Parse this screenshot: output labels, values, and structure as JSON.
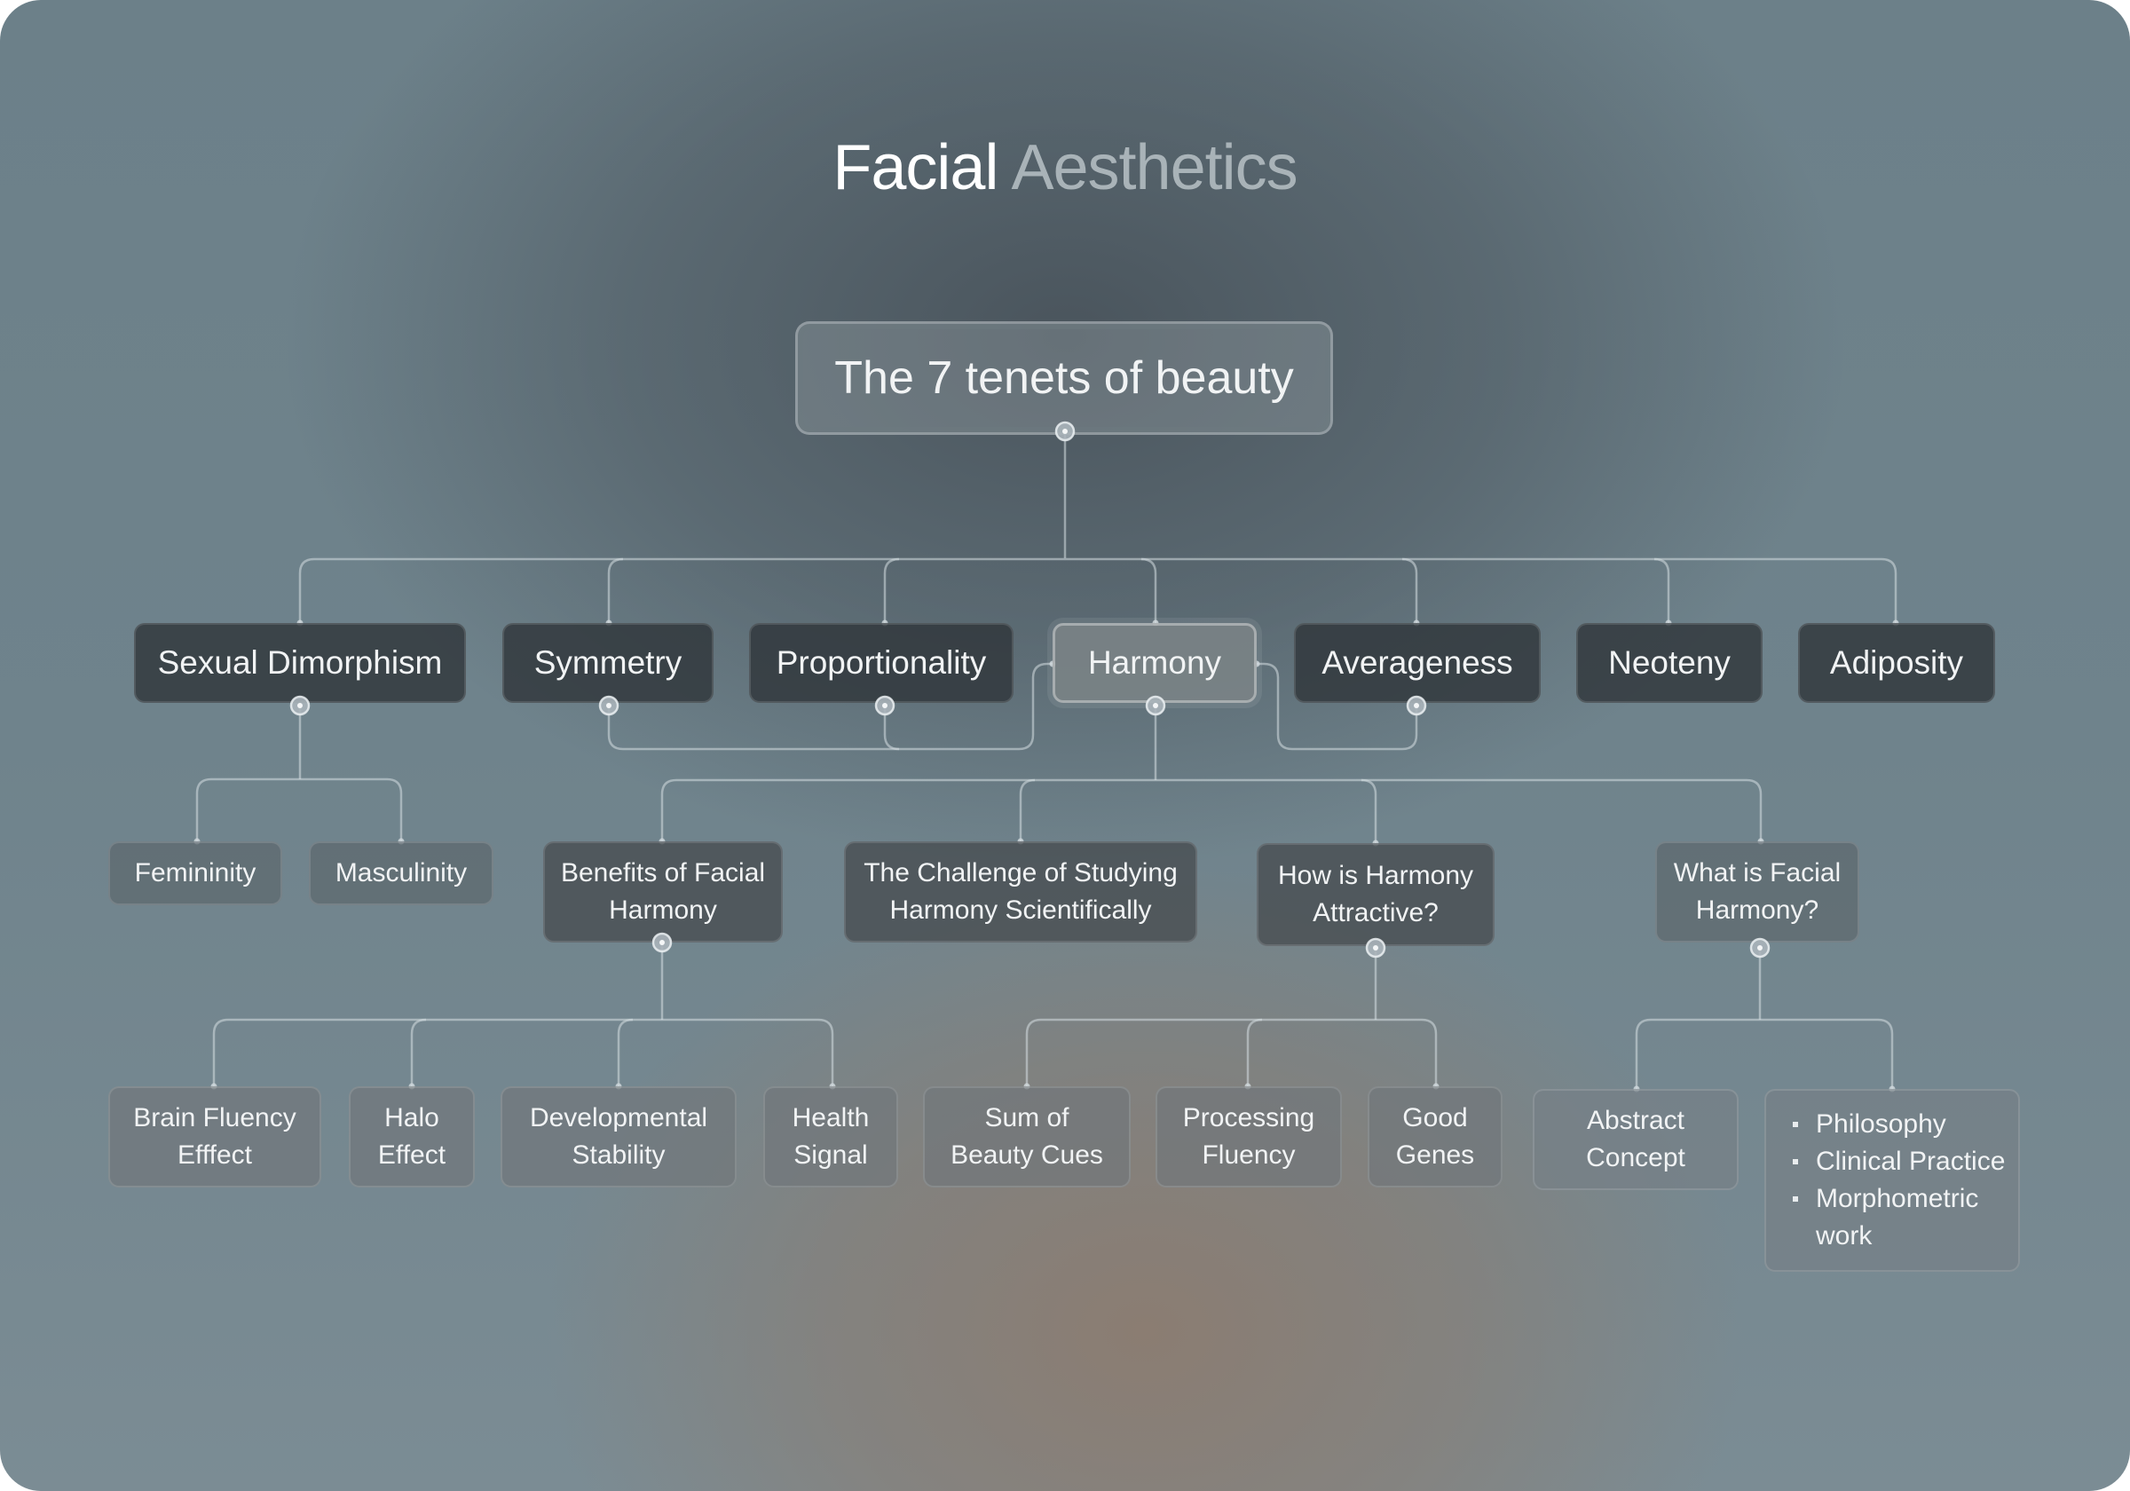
{
  "title": {
    "part1": "Facial",
    "part2": "Aesthetics"
  },
  "root": {
    "label": "The 7 tenets of beauty"
  },
  "tenets": {
    "sexual_dimorphism": "Sexual Dimorphism",
    "symmetry": "Symmetry",
    "proportionality": "Proportionality",
    "harmony": "Harmony",
    "averageness": "Averageness",
    "neoteny": "Neoteny",
    "adiposity": "Adiposity"
  },
  "dimorphism_children": {
    "femininity": "Femininity",
    "masculinity": "Masculinity"
  },
  "harmony_children": {
    "benefits": [
      "Benefits of Facial",
      "Harmony"
    ],
    "challenge": [
      "The Challenge of Studying",
      "Harmony Scientifically"
    ],
    "how_attractive": [
      "How is Harmony",
      "Attractive?"
    ],
    "what_is": [
      "What is Facial",
      "Harmony?"
    ]
  },
  "benefits_children": {
    "brain_fluency": [
      "Brain Fluency",
      "Efffect"
    ],
    "halo": [
      "Halo",
      "Effect"
    ],
    "developmental": [
      "Developmental",
      "Stability"
    ],
    "health": [
      "Health",
      "Signal"
    ]
  },
  "attractive_children": {
    "sum_cues": [
      "Sum of",
      "Beauty Cues"
    ],
    "processing": [
      "Processing",
      "Fluency"
    ],
    "good_genes": [
      "Good",
      "Genes"
    ]
  },
  "what_is_children": {
    "abstract": [
      "Abstract",
      "Concept"
    ],
    "list": [
      "Philosophy",
      "Clinical Practice",
      "Morphometric",
      "work"
    ]
  }
}
